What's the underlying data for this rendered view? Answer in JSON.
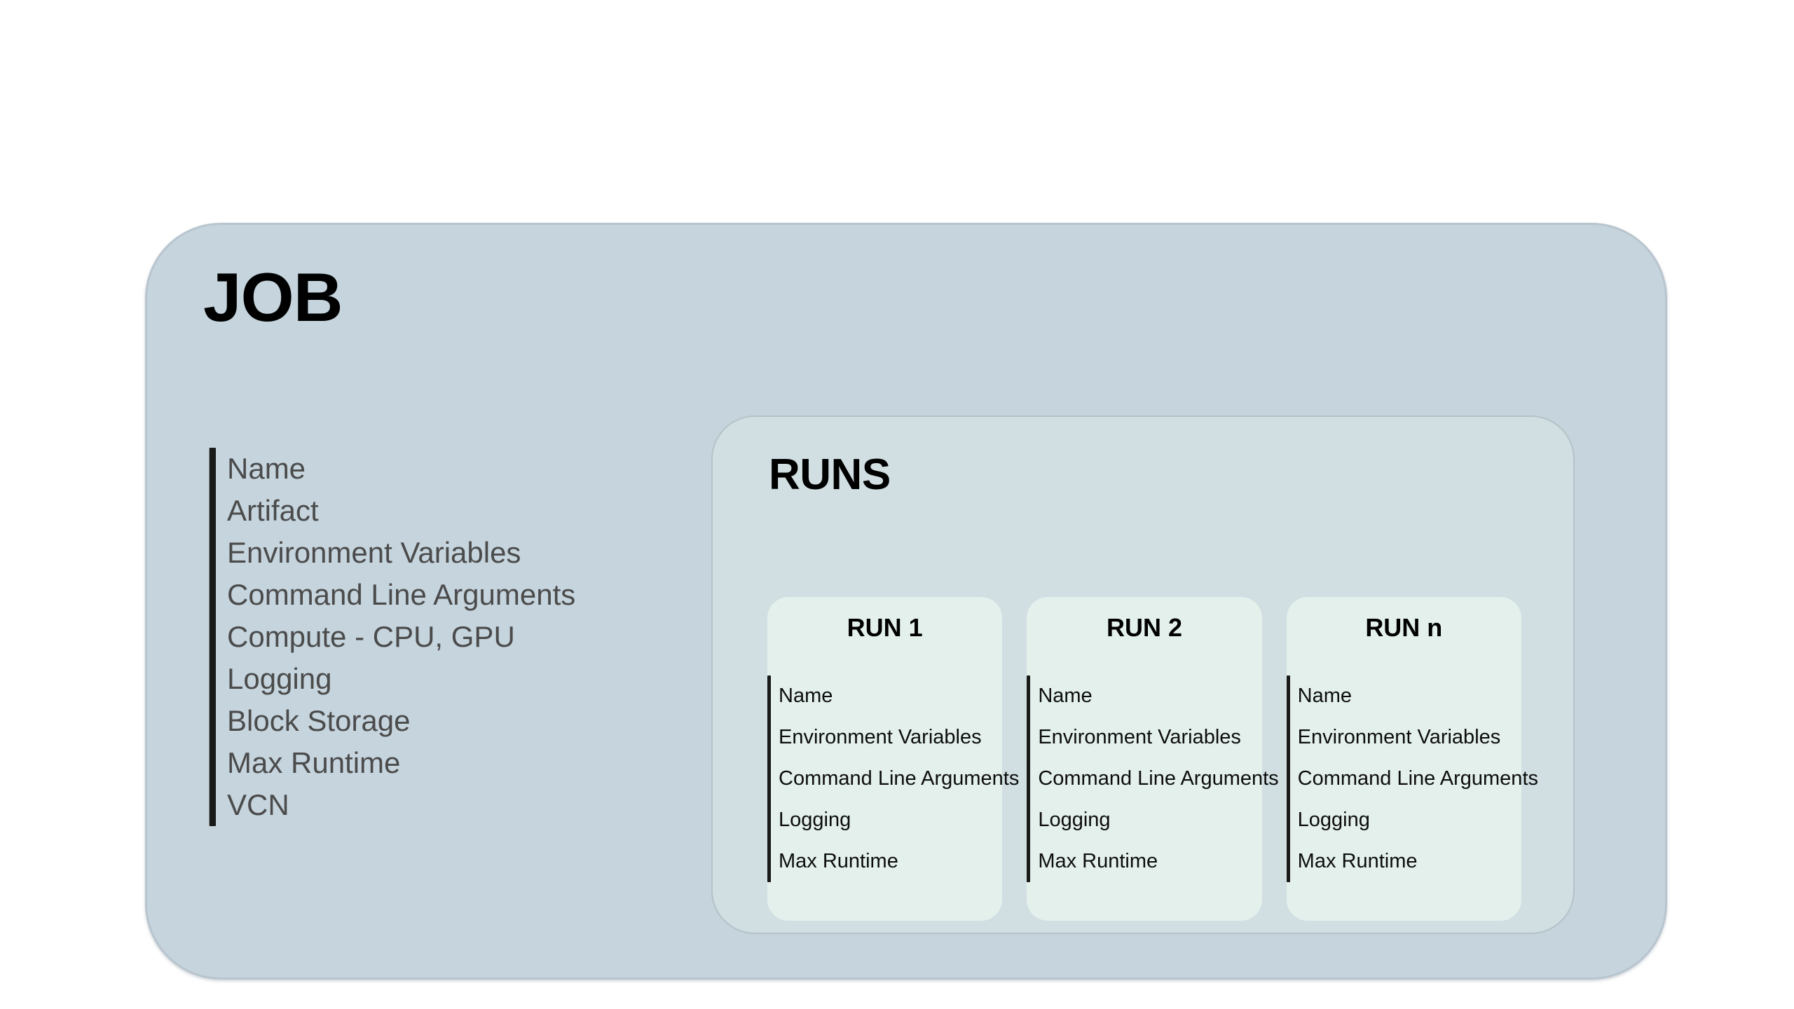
{
  "diagram": {
    "job": {
      "title": "JOB",
      "attributes": [
        "Name",
        "Artifact",
        "Environment Variables",
        "Command Line Arguments",
        "Compute - CPU, GPU",
        "Logging",
        "Block Storage",
        "Max Runtime",
        "VCN"
      ]
    },
    "runs": {
      "title": "RUNS",
      "cards": [
        {
          "title": "RUN 1",
          "attributes": [
            "Name",
            "Environment Variables",
            "Command Line Arguments",
            "Logging",
            "Max Runtime"
          ]
        },
        {
          "title": "RUN 2",
          "attributes": [
            "Name",
            "Environment Variables",
            "Command Line Arguments",
            "Logging",
            "Max Runtime"
          ]
        },
        {
          "title": "RUN n",
          "attributes": [
            "Name",
            "Environment Variables",
            "Command Line Arguments",
            "Logging",
            "Max Runtime"
          ]
        }
      ]
    },
    "colors": {
      "job_fill": "#c5d4dd",
      "job_border": "#b9c5ce",
      "runs_fill": "#d1dfe2",
      "runs_border": "#b4c3c8",
      "run_card_fill": "#e3f0ec",
      "tick_bar": "#1a1a1a",
      "job_text": "#4b4b4b",
      "run_text": "#0d0d0d",
      "heading_text": "#000000",
      "page_background": "#ffffff"
    }
  }
}
